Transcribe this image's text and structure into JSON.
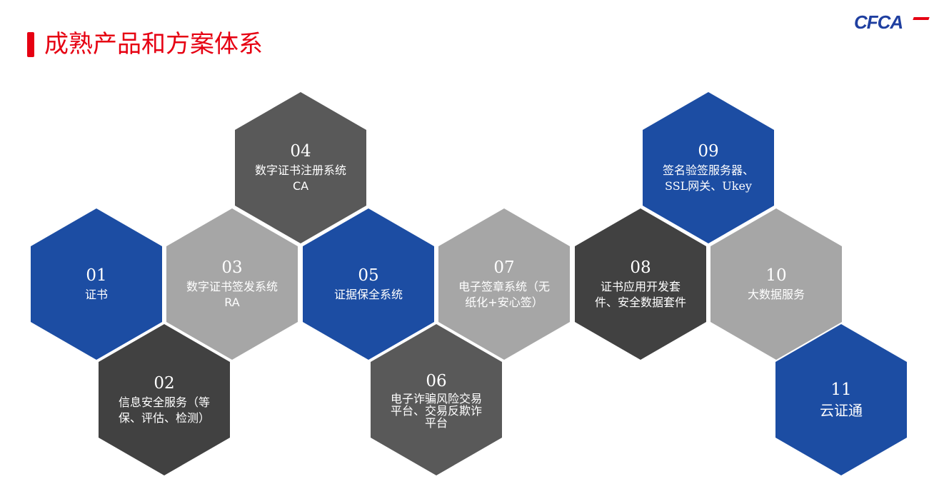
{
  "header": {
    "title": "成熟产品和方案体系",
    "logo_text": "CFCA"
  },
  "colors": {
    "accent_red": "#e60012",
    "brand_blue": "#1c4da3",
    "dark_grey": "#414141",
    "medium_grey": "#595959",
    "light_grey": "#a6a6a6"
  },
  "products": [
    {
      "number": "01",
      "label": "证书"
    },
    {
      "number": "02",
      "label": "信息安全服务（等保、评估、检测）"
    },
    {
      "number": "03",
      "label": "数字证书签发系统RA"
    },
    {
      "number": "04",
      "label": "数字证书注册系统CA"
    },
    {
      "number": "05",
      "label": "证据保全系统"
    },
    {
      "number": "06",
      "label": "电子诈骗风险交易平台、交易反欺诈平台"
    },
    {
      "number": "07",
      "label": "电子签章系统（无纸化+安心签）"
    },
    {
      "number": "08",
      "label": "证书应用开发套件、安全数据套件"
    },
    {
      "number": "09",
      "label": "签名验签服务器、SSL网关、Ukey"
    },
    {
      "number": "10",
      "label": "大数据服务"
    },
    {
      "number": "11",
      "label": "云证通"
    }
  ]
}
